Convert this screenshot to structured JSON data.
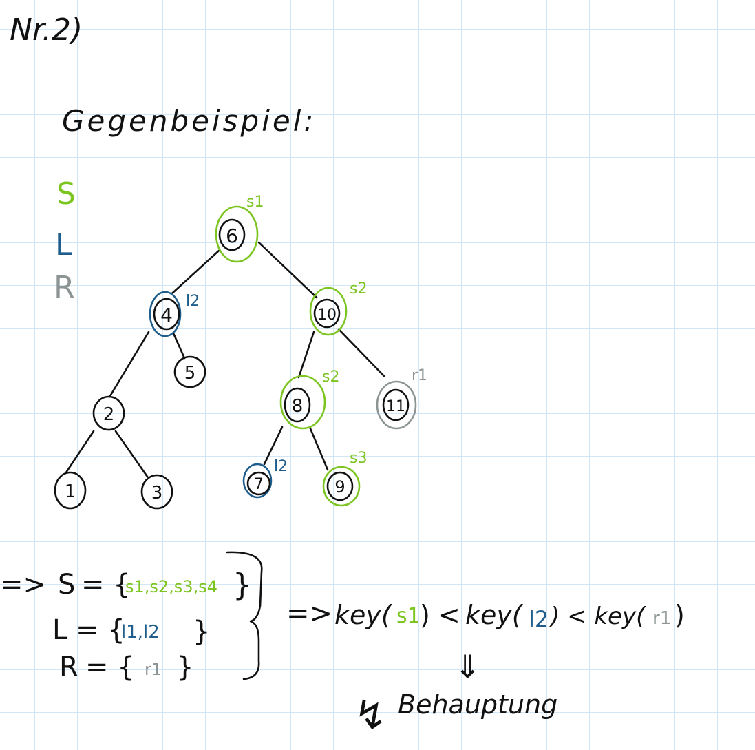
{
  "title": "Nr.2)",
  "heading": "Gegenbeispiel:",
  "legend": [
    {
      "label": "S",
      "color": "#7cc520"
    },
    {
      "label": "L",
      "color": "#1f5e8c"
    },
    {
      "label": "R",
      "color": "#8c9494"
    }
  ],
  "tree": {
    "nodes": [
      {
        "id": "n6",
        "key": "6",
        "mark": "S",
        "mark_label": "s1"
      },
      {
        "id": "n4",
        "key": "4",
        "mark": "L",
        "mark_label": "l2"
      },
      {
        "id": "n10",
        "key": "10",
        "mark": "S",
        "mark_label": "s2"
      },
      {
        "id": "n5",
        "key": "5",
        "mark": null,
        "mark_label": ""
      },
      {
        "id": "n2",
        "key": "2",
        "mark": null,
        "mark_label": ""
      },
      {
        "id": "n8",
        "key": "8",
        "mark": "S",
        "mark_label": "s2"
      },
      {
        "id": "n11",
        "key": "11",
        "mark": "R",
        "mark_label": "r1"
      },
      {
        "id": "n1",
        "key": "1",
        "mark": null,
        "mark_label": ""
      },
      {
        "id": "n3",
        "key": "3",
        "mark": null,
        "mark_label": ""
      },
      {
        "id": "n7",
        "key": "7",
        "mark": "L",
        "mark_label": "l2"
      },
      {
        "id": "n9",
        "key": "9",
        "mark": "S",
        "mark_label": "s3"
      }
    ],
    "edges": [
      [
        "n6",
        "n4"
      ],
      [
        "n6",
        "n10"
      ],
      [
        "n4",
        "n2"
      ],
      [
        "n4",
        "n5"
      ],
      [
        "n10",
        "n8"
      ],
      [
        "n10",
        "n11"
      ],
      [
        "n2",
        "n1"
      ],
      [
        "n2",
        "n3"
      ],
      [
        "n8",
        "n7"
      ],
      [
        "n8",
        "n9"
      ]
    ]
  },
  "sets": {
    "implies": "=>",
    "S": {
      "name": "S",
      "eq": "= {",
      "items": "s1,s2,s3,s4",
      "close": "}"
    },
    "L": {
      "name": "L",
      "eq": "= {",
      "items": "l1,l2",
      "close": "}"
    },
    "R": {
      "name": "R",
      "eq": "= {",
      "items": "r1",
      "close": "}"
    }
  },
  "conclusion": {
    "implies": "=>",
    "key1": "key(",
    "arg1": "s1",
    "lt1": ") <",
    "key2": "key(",
    "arg2": "l2",
    "lt2": ") < key(",
    "arg3": "r1",
    "close": ")",
    "down_arrow": "⇓",
    "contradiction": "↯",
    "claim": "Behauptung"
  }
}
